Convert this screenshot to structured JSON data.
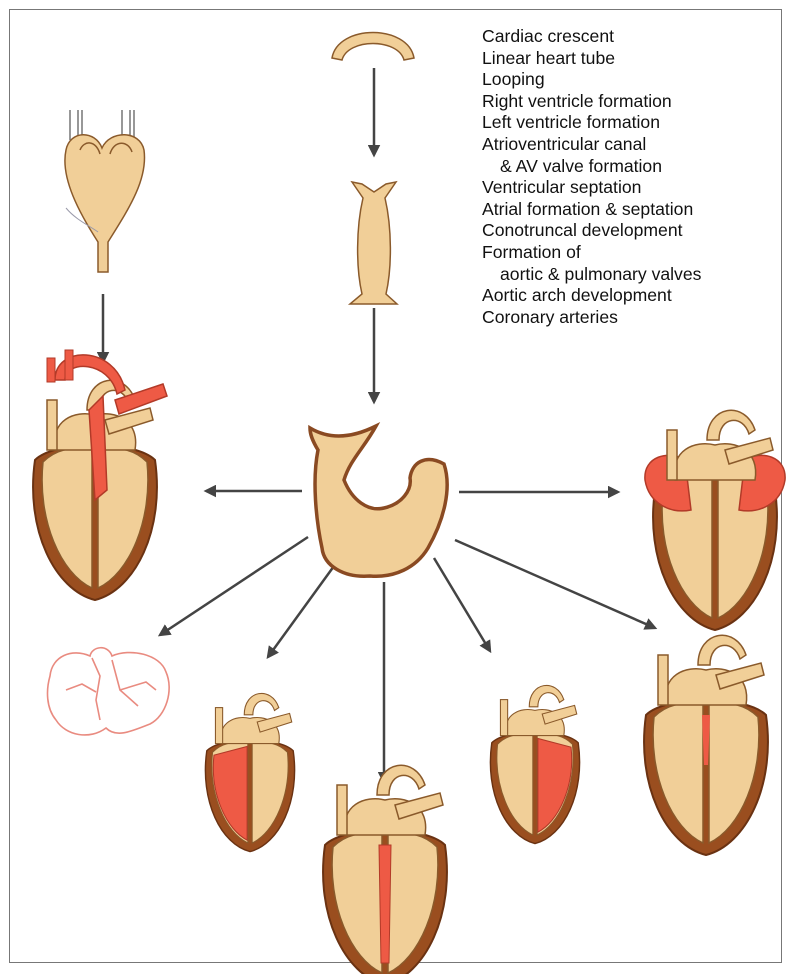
{
  "stages": [
    {
      "text": "Cardiac crescent",
      "indent": false
    },
    {
      "text": "Linear heart tube",
      "indent": false
    },
    {
      "text": "Looping",
      "indent": false
    },
    {
      "text": "Right ventricle formation",
      "indent": false
    },
    {
      "text": "Left ventricle formation",
      "indent": false
    },
    {
      "text": "Atrioventricular canal",
      "indent": false
    },
    {
      "text": "& AV valve formation",
      "indent": true
    },
    {
      "text": "Ventricular septation",
      "indent": false
    },
    {
      "text": "Atrial formation & septation",
      "indent": false
    },
    {
      "text": "Conotruncal development",
      "indent": false
    },
    {
      "text": "Formation of",
      "indent": false
    },
    {
      "text": "aortic & pulmonary valves",
      "indent": true
    },
    {
      "text": "Aortic arch development",
      "indent": false
    },
    {
      "text": "Coronary arteries",
      "indent": false
    }
  ],
  "colors": {
    "tissue": "#f1cf98",
    "tissue_outline": "#8a5a2b",
    "myocardium": "#9a4e1f",
    "highlight": "#ee5a45",
    "arrow": "#444444",
    "coronary": "#e98b80"
  }
}
